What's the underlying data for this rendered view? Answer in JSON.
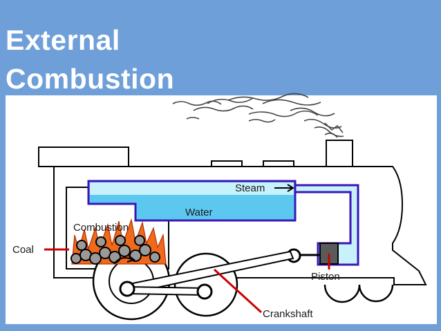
{
  "title": "External\nCombustion\nEngines",
  "labels": {
    "steam": "Steam",
    "water": "Water",
    "combustion": "Combustion",
    "coal": "Coal",
    "piston": "Piston",
    "crankshaft": "Crankshaft"
  },
  "colors": {
    "background": "#6f9fd8",
    "panel": "#ffffff",
    "water": "#5cc8f0",
    "steam": "#c7f1fb",
    "fire": "#f06a1c",
    "pipe": "#3a16b8",
    "pointer": "#cc0000",
    "piston": "#5a5a5a"
  }
}
